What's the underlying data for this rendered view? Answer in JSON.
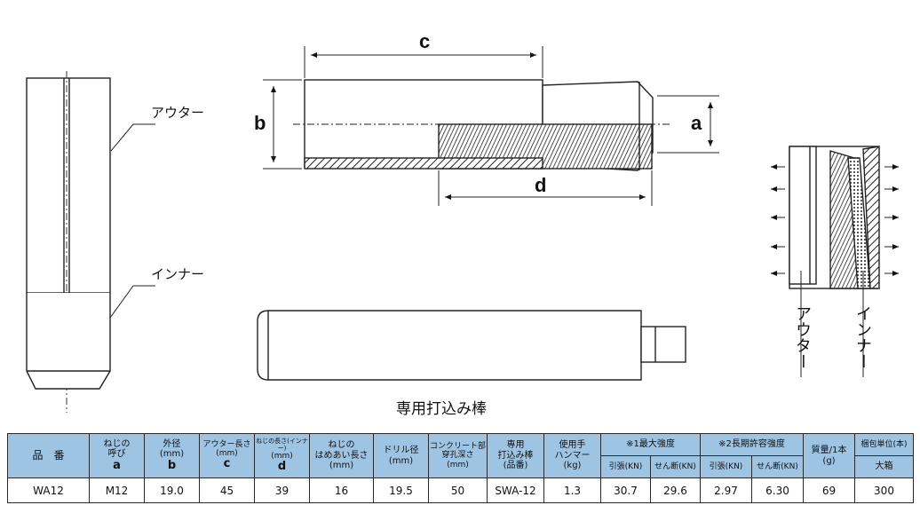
{
  "drawing": {
    "labels": {
      "outer": "アウター",
      "inner": "インナー",
      "outer_vertical": "アウター",
      "inner_vertical": "インナー",
      "dim_a": "a",
      "dim_b": "b",
      "dim_c": "c",
      "dim_d": "d",
      "caption": "専用打込み棒"
    }
  },
  "table": {
    "headers": {
      "part_no": "品　番",
      "thread_nominal": [
        "ねじの",
        "呼び"
      ],
      "thread_nominal_sym": "a",
      "outer_dia": [
        "外径",
        "(mm)"
      ],
      "outer_dia_sym": "b",
      "outer_len": [
        "アウター長さ",
        "(mm)"
      ],
      "outer_len_sym": "c",
      "thread_len_inner": [
        "ねじの長さ(インナー)",
        "(mm)"
      ],
      "thread_len_inner_sym": "d",
      "thread_engage": [
        "ねじの",
        "はめあい長さ",
        "(mm)"
      ],
      "drill_dia": [
        "ドリル径",
        "(mm)"
      ],
      "hole_depth": [
        "コンクリート部",
        "穿孔深さ",
        "(mm)"
      ],
      "tool": [
        "専用",
        "打込み棒",
        "(品番)"
      ],
      "hammer": [
        "使用手",
        "ハンマー",
        "(kg)"
      ],
      "max_strength": "※1最大強度",
      "long_term": "※2長期許容強度",
      "tension": "引張(KN)",
      "shear": "せん断(KN)",
      "weight": [
        "質量/1本",
        "(g)"
      ],
      "pack_unit": "梱包単位(本)",
      "big_box": "大箱"
    },
    "rows": [
      {
        "part_no": "WA12",
        "thread": "M12",
        "outer_dia": "19.0",
        "outer_len": "45",
        "thread_len": "39",
        "engage_len": "16",
        "drill_dia": "19.5",
        "hole_depth": "50",
        "tool": "SWA-12",
        "hammer": "1.3",
        "max_tension": "30.7",
        "max_shear": "29.6",
        "lt_tension": "2.97",
        "lt_shear": "6.30",
        "weight": "69",
        "pack": "300"
      }
    ]
  }
}
